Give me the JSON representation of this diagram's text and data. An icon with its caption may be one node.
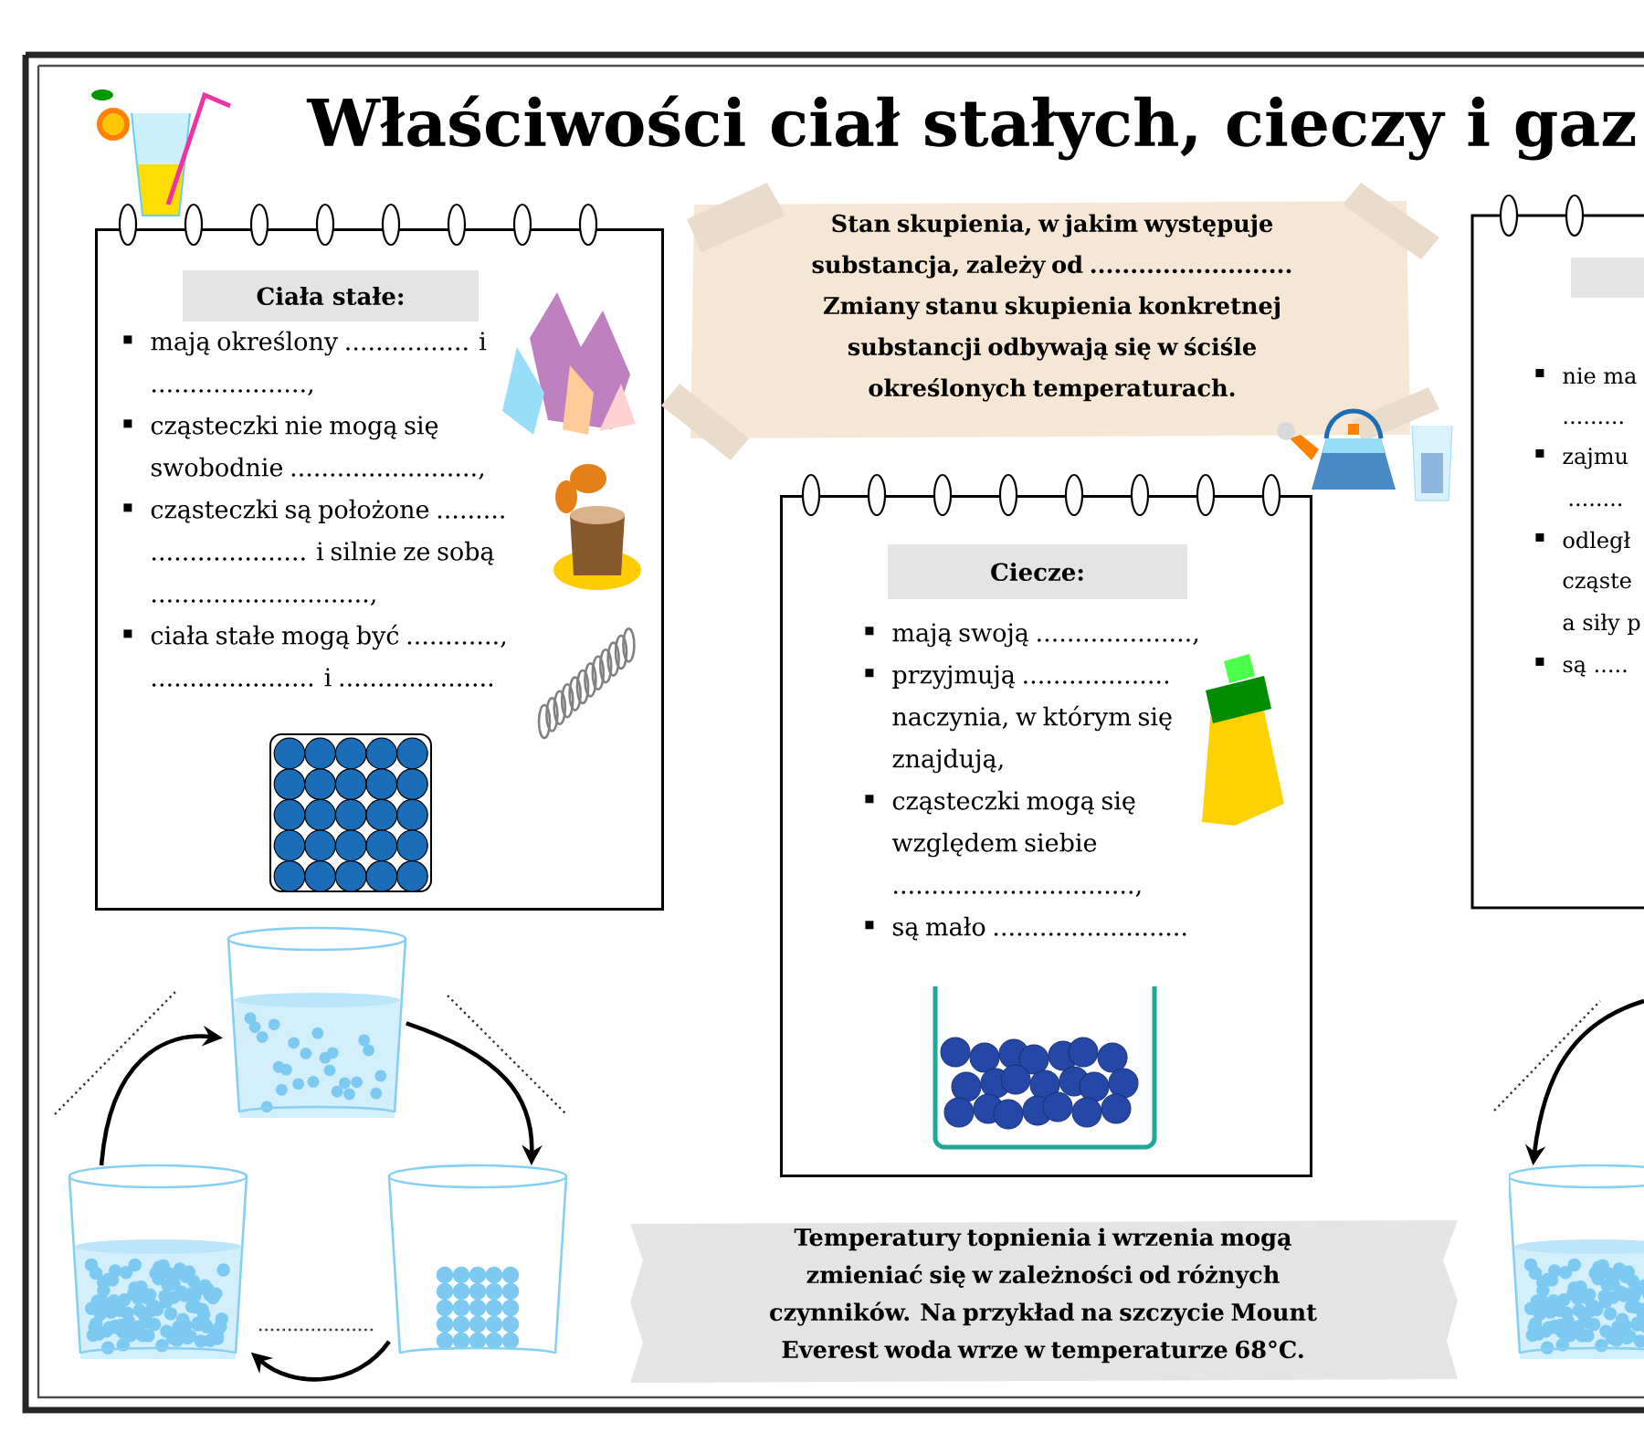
{
  "diagram": {
    "title": "Właściwości ciał stałych, cieczy i gaz",
    "nodes": [
      {
        "text": [
          "Ciała stałe:",
          "mają określony ................ i ....................,",
          "cząsteczki nie mogą się swobodnie ........................,",
          "cząsteczki są położone ......... .................... i silnie ze sobą ............................,",
          "ciała stałe mogą być ............, ..................... i ...................."
        ]
      },
      {
        "text": [
          "Stan skupienia, w jakim występuje substancja, zależy od .........................",
          "Zmiany stanu skupienia konkretnej substancji odbywają się w ściśle określonych temperaturach."
        ]
      },
      {
        "text": [
          "Ciecze:",
          "mają swoją ....................,",
          "przyjmują ................... naczynia, w którym się znajdują,",
          "cząsteczki mogą się względem siebie ...............................,",
          "są mało ........................."
        ]
      },
      {
        "text": [
          "nie ma",
          ".........",
          "zajmu",
          "........",
          "odległ",
          "cząste",
          "a siły p",
          "są ....."
        ]
      },
      {
        "text": [
          "Temperatury topnienia i wrzenia mogą zmieniać się w zależności od różnych czynników. Na przykład na szczycie Mount Everest woda wrze w temperaturze 68°C."
        ]
      },
      {
        "text": [],
        "shape": "picture"
      },
      {
        "text": [],
        "shape": "picture"
      },
      {
        "text": [],
        "shape": "picture"
      },
      {
        "text": [],
        "shape": "picture"
      }
    ],
    "edges": [
      {
        "from": 5,
        "to": 6,
        "arrow": "to"
      },
      {
        "from": 6,
        "to": 7,
        "arrow": "to"
      },
      {
        "from": 7,
        "to": 5,
        "arrow": "to"
      },
      {
        "from": null,
        "to": 8,
        "arrow": "to"
      }
    ]
  }
}
